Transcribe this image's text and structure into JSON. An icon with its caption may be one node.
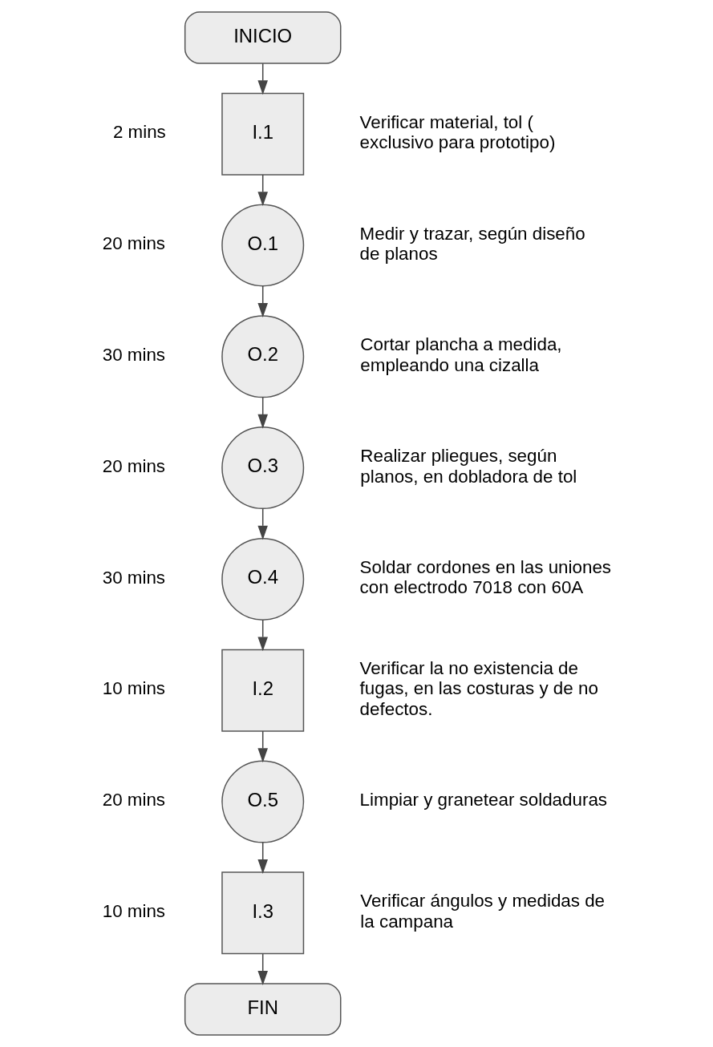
{
  "diagram": {
    "nodes": [
      {
        "text": [
          "INICIO"
        ]
      },
      {
        "text": [
          "I.1"
        ],
        "beside": [
          "2 mins",
          "Verificar material, tol ( exclusivo para prototipo)"
        ]
      },
      {
        "text": [
          "O.1"
        ],
        "beside": [
          "20 mins",
          "Medir y trazar, según diseño de planos"
        ]
      },
      {
        "text": [
          "O.2"
        ],
        "beside": [
          "30 mins",
          "Cortar plancha a medida, empleando una cizalla"
        ]
      },
      {
        "text": [
          "O.3"
        ],
        "beside": [
          "20 mins",
          "Realizar pliegues, según planos, en dobladora de tol"
        ]
      },
      {
        "text": [
          "O.4"
        ],
        "beside": [
          "30 mins",
          "Soldar cordones en las uniones con electrodo 7018 con 60A"
        ]
      },
      {
        "text": [
          "I.2"
        ],
        "beside": [
          "10 mins",
          "Verificar la no existencia de fugas, en las costuras y de no defectos."
        ]
      },
      {
        "text": [
          "O.5"
        ],
        "beside": [
          "20 mins",
          "Limpiar y granetear soldaduras"
        ]
      },
      {
        "text": [
          "I.3"
        ],
        "beside": [
          "10 mins",
          "Verificar ángulos y medidas de la campana"
        ]
      },
      {
        "text": [
          "FIN"
        ]
      }
    ],
    "edges": [
      {
        "from": 0,
        "to": 1,
        "arrow": "to"
      },
      {
        "from": 1,
        "to": 2,
        "arrow": "to"
      },
      {
        "from": 2,
        "to": 3,
        "arrow": "to"
      },
      {
        "from": 3,
        "to": 4,
        "arrow": "to"
      },
      {
        "from": 4,
        "to": 5,
        "arrow": "to"
      },
      {
        "from": 5,
        "to": 6,
        "arrow": "to"
      },
      {
        "from": 6,
        "to": 7,
        "arrow": "to"
      },
      {
        "from": 7,
        "to": 8,
        "arrow": "to"
      },
      {
        "from": 8,
        "to": 9,
        "arrow": "to"
      }
    ]
  }
}
